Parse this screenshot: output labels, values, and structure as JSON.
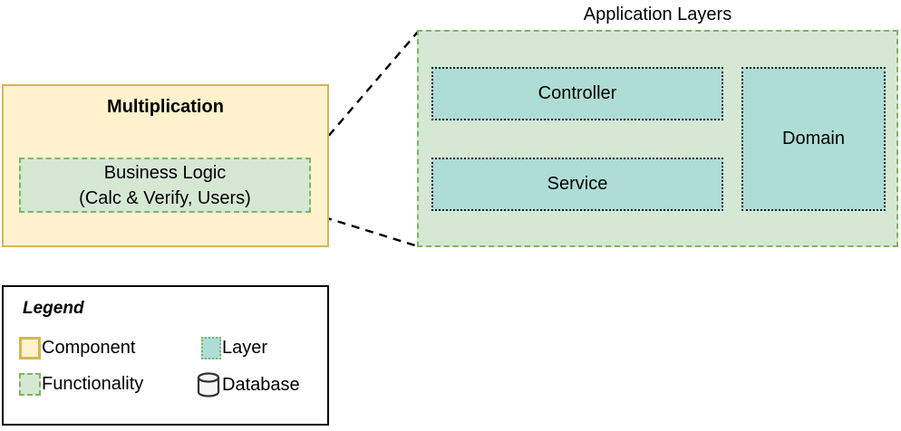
{
  "diagram": {
    "component": {
      "title": "Multiplication",
      "functionality": {
        "line1": "Business Logic",
        "line2": "(Calc & Verify, Users)"
      }
    },
    "application_layers": {
      "title": "Application Layers",
      "layers": [
        {
          "label": "Controller"
        },
        {
          "label": "Service"
        },
        {
          "label": "Domain"
        }
      ]
    },
    "legend": {
      "title": "Legend",
      "items": [
        {
          "label": "Component",
          "swatch": "component-swatch"
        },
        {
          "label": "Layer",
          "swatch": "layer-swatch"
        },
        {
          "label": "Functionality",
          "swatch": "functionality-swatch"
        },
        {
          "label": "Database",
          "swatch": "database-icon"
        }
      ]
    }
  },
  "colors": {
    "component_fill": "#FFF2CC",
    "component_border": "#D6B656",
    "functionality_fill": "#D5E8D4",
    "functionality_border": "#82B366",
    "layer_fill": "#AEDDD6",
    "layer_dot": "#1A1A1A",
    "connector": "#000000"
  }
}
